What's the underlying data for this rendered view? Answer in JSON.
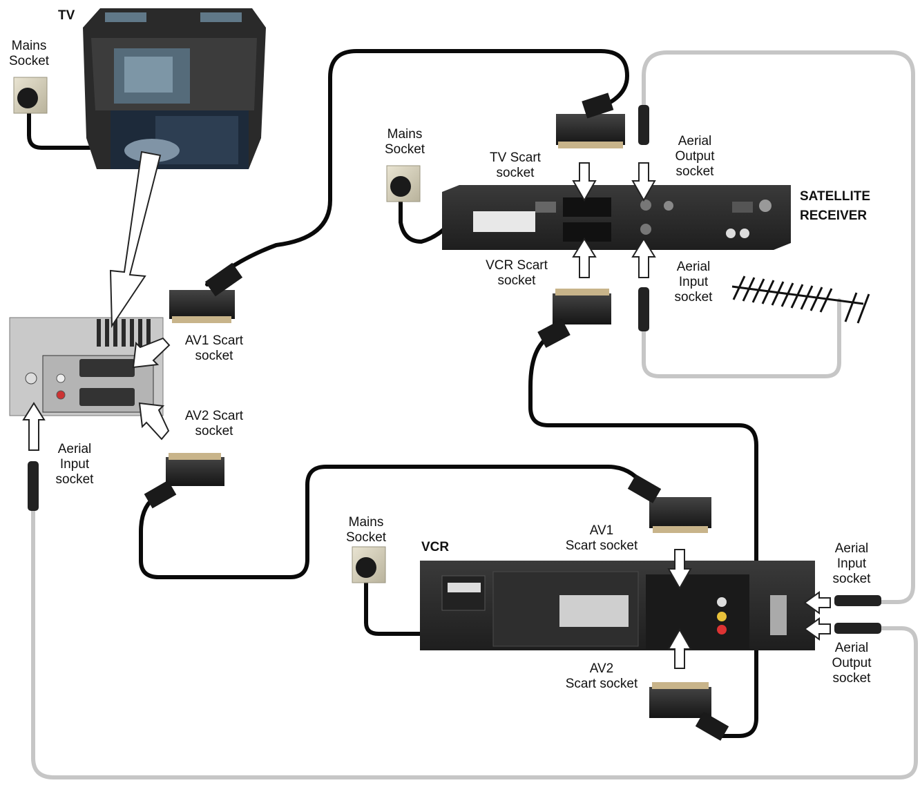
{
  "devices": {
    "tv": {
      "title": "TV"
    },
    "satellite": {
      "title_line1": "SATELLITE",
      "title_line2": "RECEIVER"
    },
    "vcr": {
      "title": "VCR"
    }
  },
  "labels": {
    "tv_mains": [
      "Mains",
      "Socket"
    ],
    "sat_mains": [
      "Mains",
      "Socket"
    ],
    "vcr_mains": [
      "Mains",
      "Socket"
    ],
    "sat_tv_scart": [
      "TV Scart",
      "socket"
    ],
    "sat_aerial_output": [
      "Aerial",
      "Output",
      "socket"
    ],
    "sat_vcr_scart": [
      "VCR Scart",
      "socket"
    ],
    "sat_aerial_input": [
      "Aerial",
      "Input",
      "socket"
    ],
    "tv_av1_scart": [
      "AV1 Scart",
      "socket"
    ],
    "tv_av2_scart": [
      "AV2 Scart",
      "socket"
    ],
    "tv_aerial_input": [
      "Aerial",
      "Input",
      "socket"
    ],
    "vcr_av1_scart": [
      "AV1",
      "Scart socket"
    ],
    "vcr_av2_scart": [
      "AV2",
      "Scart socket"
    ],
    "vcr_aerial_input": [
      "Aerial",
      "Input",
      "socket"
    ],
    "vcr_aerial_output": [
      "Aerial",
      "Output",
      "socket"
    ]
  },
  "colors": {
    "scart_cable": "#0a0a0a",
    "aerial_cable": "#c6c6c6",
    "device_body": "#2b2b2b",
    "arrow_fill": "#ffffff",
    "arrow_stroke": "#222222"
  }
}
